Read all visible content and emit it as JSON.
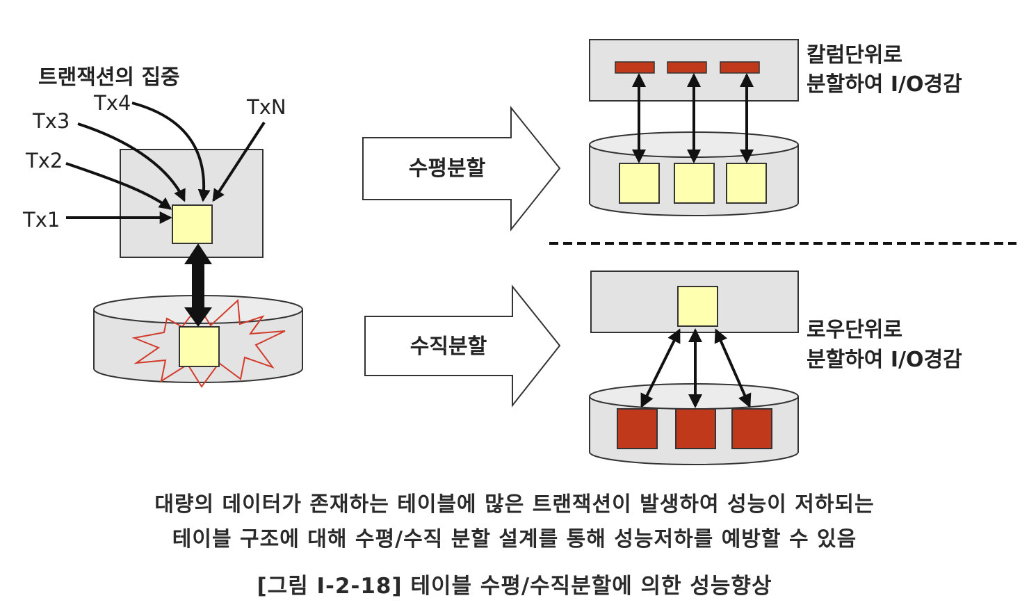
{
  "left": {
    "title": "트랜잭션의 집중",
    "tx_labels": [
      "Tx1",
      "Tx2",
      "Tx3",
      "Tx4",
      "TxN"
    ]
  },
  "arrows": {
    "horizontal_label": "수평분할",
    "vertical_label": "수직분할"
  },
  "right_top": {
    "note_line1": "칼럼단위로",
    "note_line2": "분할하여 I/O경감"
  },
  "right_bottom": {
    "note_line1": "로우단위로",
    "note_line2": "분할하여 I/O경감"
  },
  "caption": {
    "line1": "대량의 데이터가 존재하는 테이블에 많은 트랜잭션이 발생하여 성능이 저하되는",
    "line2": "테이블 구조에 대해 수평/수직 분할 설계를 통해 성능저하를 예방할 수 있음",
    "figure_title": "[그림 Ⅰ-2-18] 테이블 수평/수직분할에 의한 성능향상"
  },
  "colors": {
    "box_fill": "#e3e3e3",
    "block_yellow": "#ffffb0",
    "block_red": "#c0391b",
    "burst_red": "#d23a2a",
    "stroke": "#111111"
  }
}
